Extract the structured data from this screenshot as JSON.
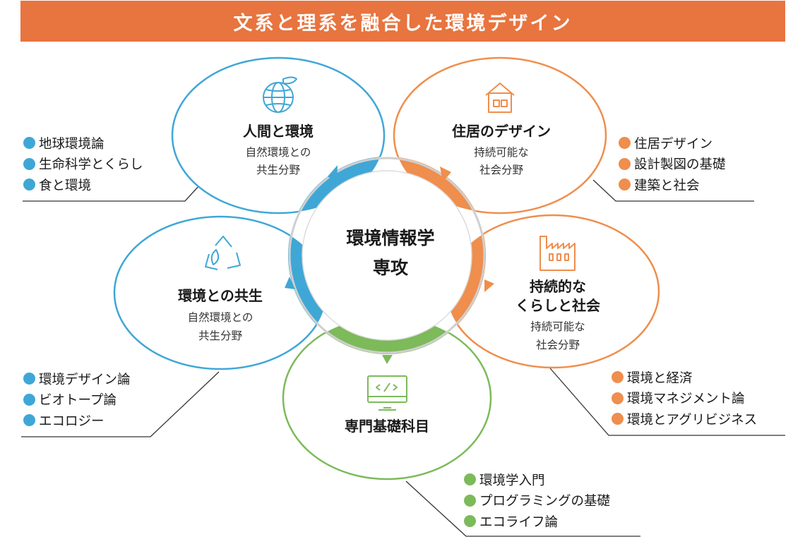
{
  "title": "文系と理系を融合した環境デザイン",
  "center": {
    "line1": "環境情報学",
    "line2": "専攻"
  },
  "colors": {
    "banner": "#e8743f",
    "blue": "#3fa7d6",
    "orange": "#ef8e4d",
    "green": "#7dba5a",
    "center_ring": "#cfcfcf"
  },
  "circles": {
    "human_env": {
      "icon": "globe-leaf-icon",
      "title": "人間と環境",
      "sub1": "自然環境との",
      "sub2": "共生分野",
      "items": [
        "地球環境論",
        "生命科学とくらし",
        "食と環境"
      ]
    },
    "housing": {
      "icon": "house-icon",
      "title": "住居のデザイン",
      "sub1": "持続可能な",
      "sub2": "社会分野",
      "items": [
        "住居デザイン",
        "設計製図の基礎",
        "建築と社会"
      ]
    },
    "symbiosis": {
      "icon": "recycle-leaf-icon",
      "title": "環境との共生",
      "sub1": "自然環境との",
      "sub2": "共生分野",
      "items": [
        "環境デザイン論",
        "ビオトープ論",
        "エコロジー"
      ]
    },
    "sustainable": {
      "icon": "factory-icon",
      "title1": "持続的な",
      "title2": "くらしと社会",
      "sub1": "持続可能な",
      "sub2": "社会分野",
      "items": [
        "環境と経済",
        "環境マネジメント論",
        "環境とアグリビジネス"
      ]
    },
    "basics": {
      "icon": "code-monitor-icon",
      "title": "専門基礎科目",
      "items": [
        "環境学入門",
        "プログラミングの基礎",
        "エコライフ論"
      ]
    }
  }
}
